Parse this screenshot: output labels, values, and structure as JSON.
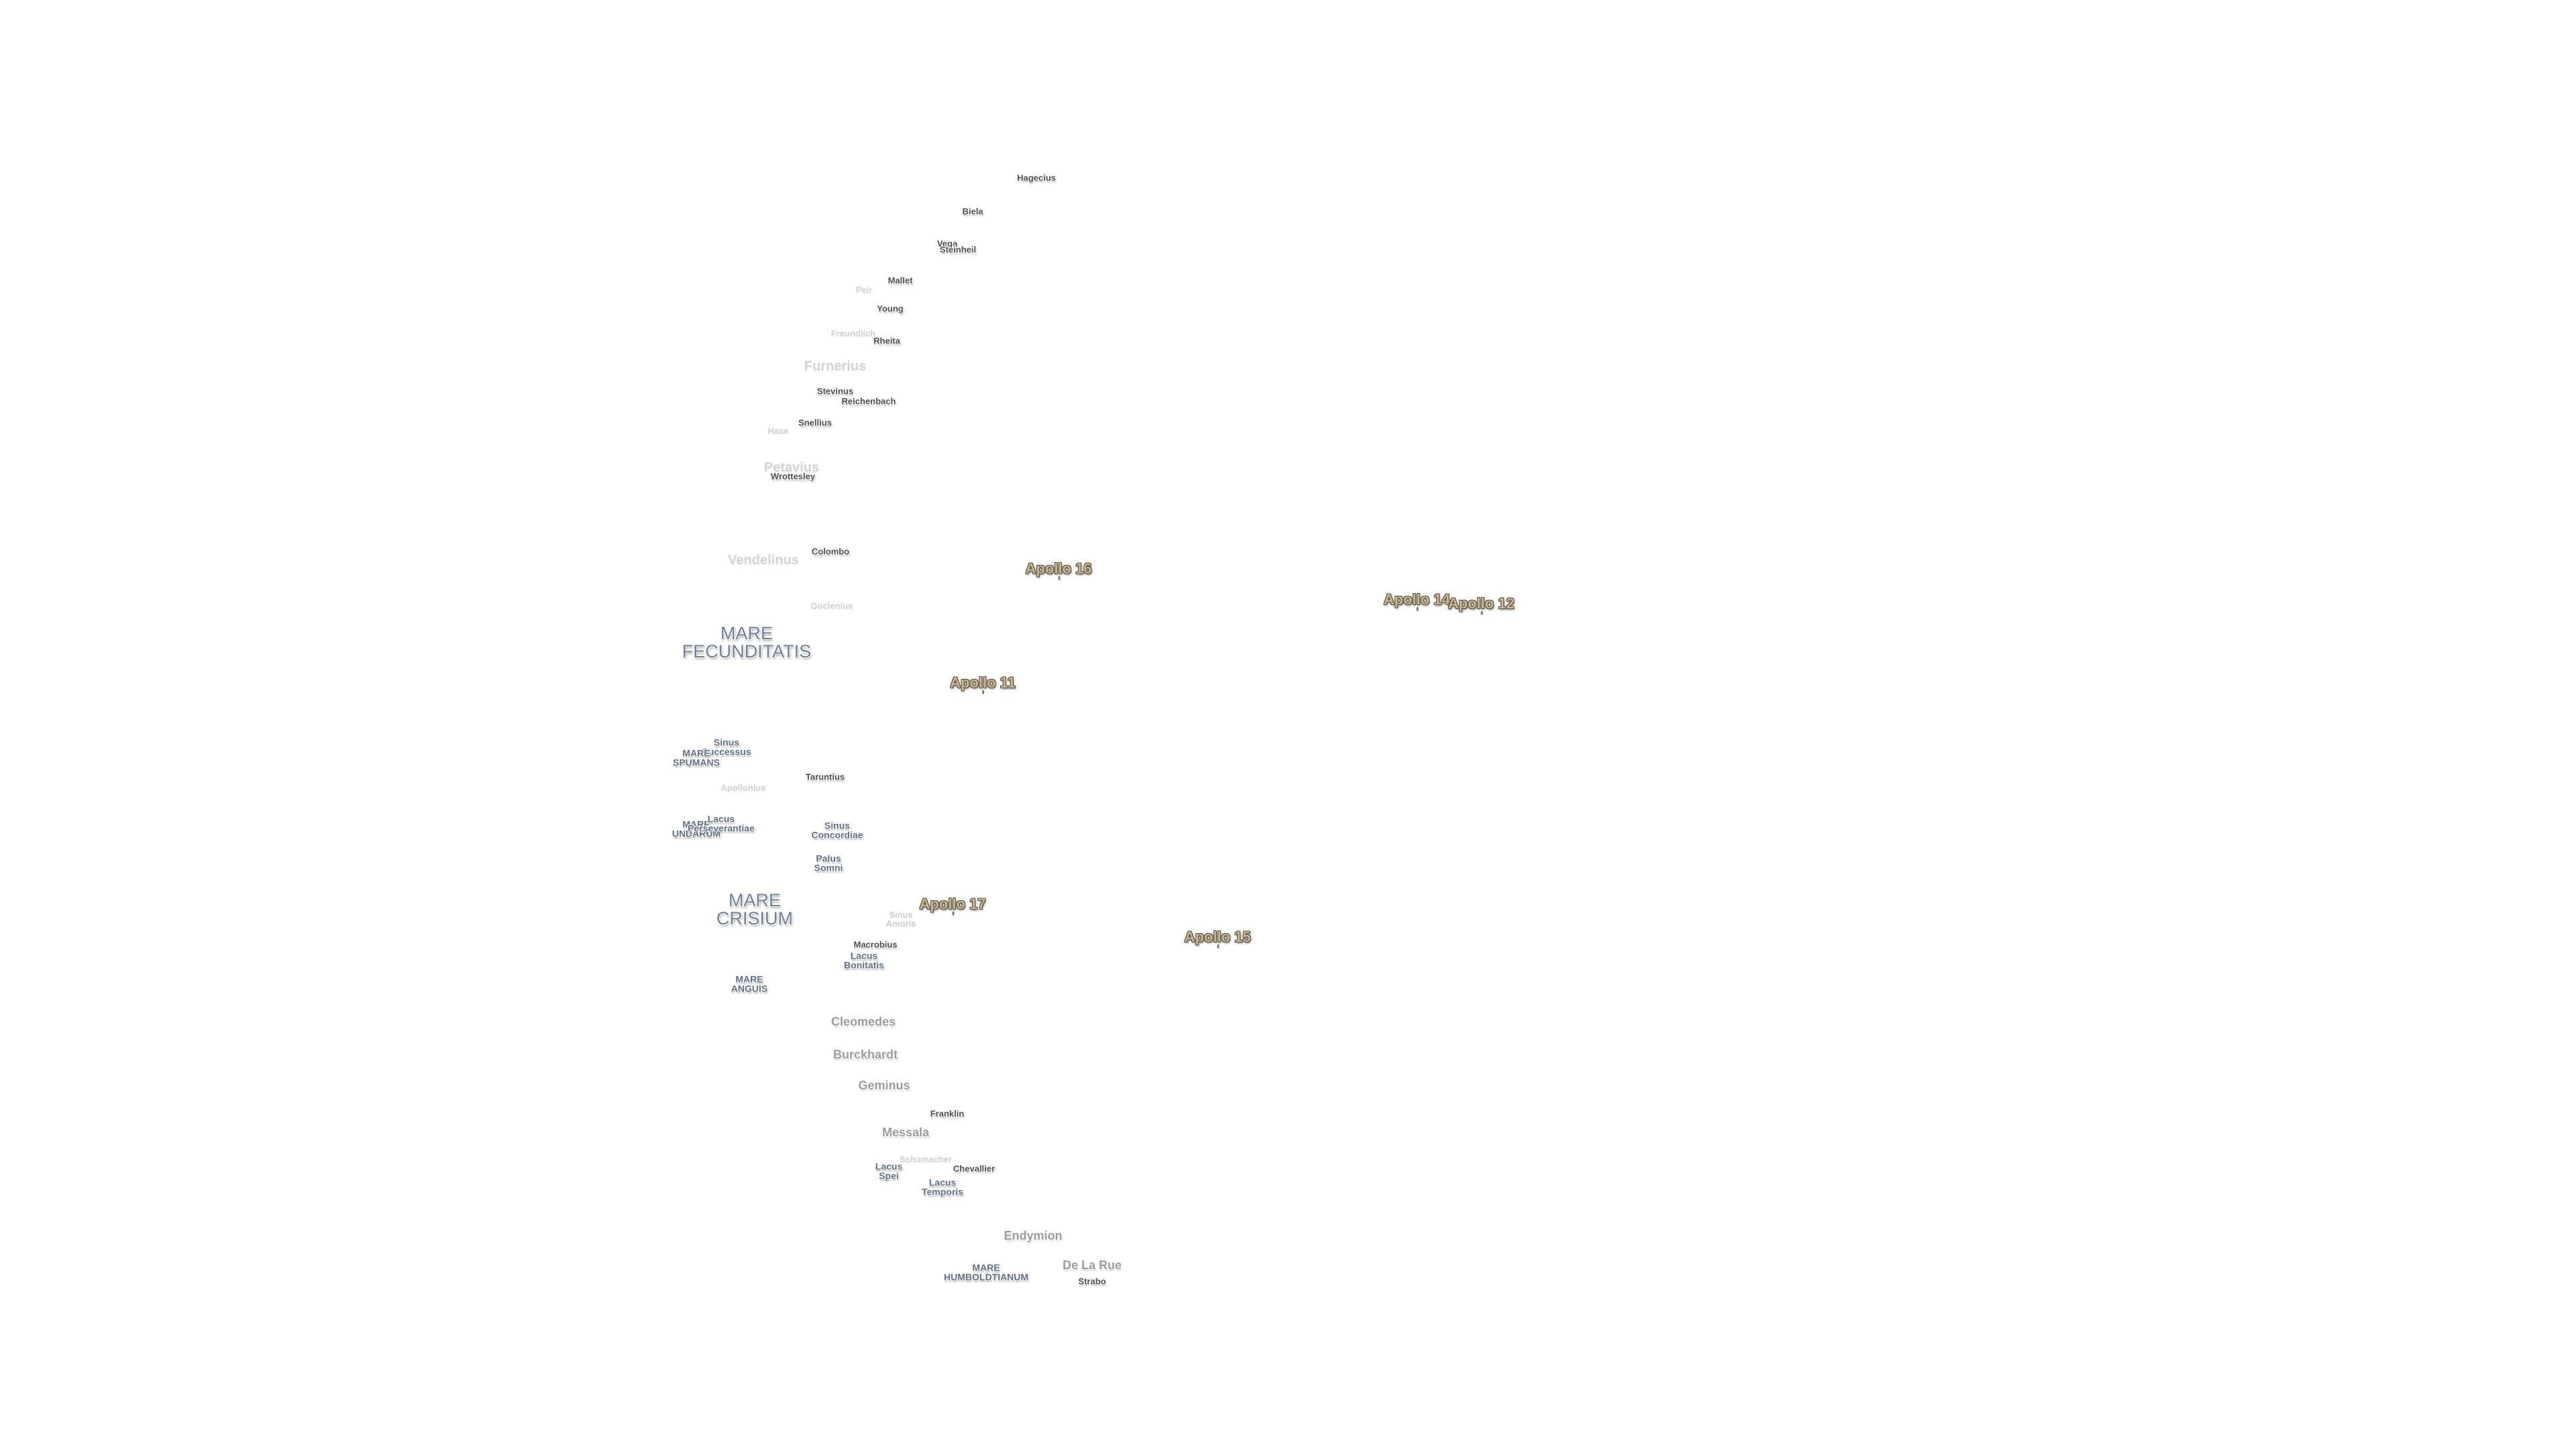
{
  "map": {
    "labels": [
      {
        "id": "hagecius",
        "kind": "crater",
        "lines": [
          "Hagecius"
        ]
      },
      {
        "id": "biela",
        "kind": "crater",
        "lines": [
          "Biela"
        ]
      },
      {
        "id": "vega",
        "kind": "crater",
        "lines": [
          "Vega"
        ]
      },
      {
        "id": "steinheil",
        "kind": "crater",
        "lines": [
          "Steinheil"
        ]
      },
      {
        "id": "mallet",
        "kind": "crater",
        "lines": [
          "Mallet"
        ]
      },
      {
        "id": "peirescius",
        "kind": "crater-faint",
        "lines": [
          "Peir"
        ]
      },
      {
        "id": "young",
        "kind": "crater",
        "lines": [
          "Young"
        ]
      },
      {
        "id": "freundlich",
        "kind": "crater-faint",
        "lines": [
          "Freundlich"
        ]
      },
      {
        "id": "rheita",
        "kind": "crater",
        "lines": [
          "Rheita"
        ]
      },
      {
        "id": "furnerius",
        "kind": "crater-big-faint",
        "lines": [
          "Furnerius"
        ]
      },
      {
        "id": "stevinus",
        "kind": "crater",
        "lines": [
          "Stevinus"
        ]
      },
      {
        "id": "reichenbach",
        "kind": "crater",
        "lines": [
          "Reichenbach"
        ]
      },
      {
        "id": "snellius",
        "kind": "crater",
        "lines": [
          "Snellius"
        ]
      },
      {
        "id": "hase",
        "kind": "crater-faint",
        "lines": [
          "Hase"
        ]
      },
      {
        "id": "petavius",
        "kind": "crater-big-faint",
        "lines": [
          "Petavius"
        ]
      },
      {
        "id": "wrottesley",
        "kind": "crater",
        "lines": [
          "Wrottesley"
        ]
      },
      {
        "id": "colombo",
        "kind": "crater",
        "lines": [
          "Colombo"
        ]
      },
      {
        "id": "vendelinus",
        "kind": "crater-big-faint",
        "lines": [
          "Vendelinus"
        ]
      },
      {
        "id": "apollo-16",
        "kind": "apollo",
        "lines": [
          "Apollo 16"
        ]
      },
      {
        "id": "apollo-14",
        "kind": "apollo",
        "lines": [
          "Apollo 14"
        ]
      },
      {
        "id": "apollo-12",
        "kind": "apollo",
        "lines": [
          "Apollo 12"
        ]
      },
      {
        "id": "goclenius",
        "kind": "crater-faint",
        "lines": [
          "Goclenius"
        ]
      },
      {
        "id": "mare-fecunditatis",
        "kind": "sea-big",
        "lines": [
          "MARE",
          "FECUNDITATIS"
        ]
      },
      {
        "id": "apollo-11",
        "kind": "apollo",
        "lines": [
          "Apollo 11"
        ]
      },
      {
        "id": "sinus-successus",
        "kind": "sea",
        "lines": [
          "Sinus",
          "Successus"
        ]
      },
      {
        "id": "mare-spumans",
        "kind": "sea",
        "lines": [
          "MARE",
          "SPUMANS"
        ]
      },
      {
        "id": "taruntius",
        "kind": "crater",
        "lines": [
          "Taruntius"
        ]
      },
      {
        "id": "apollonius",
        "kind": "crater-faint",
        "lines": [
          "Apollonius"
        ]
      },
      {
        "id": "mare-undarum",
        "kind": "sea",
        "lines": [
          "MARE",
          "UNDARUM"
        ]
      },
      {
        "id": "lacus-perseverantiae",
        "kind": "sea",
        "lines": [
          "Lacus",
          "Perseverantiae"
        ]
      },
      {
        "id": "sinus-concordiae",
        "kind": "sea",
        "lines": [
          "Sinus",
          "Concordiae"
        ]
      },
      {
        "id": "palus-somni",
        "kind": "sea",
        "lines": [
          "Palus",
          "Somni"
        ]
      },
      {
        "id": "mare-crisium",
        "kind": "sea-big",
        "lines": [
          "MARE",
          "CRISIUM"
        ]
      },
      {
        "id": "apollo-17",
        "kind": "apollo",
        "lines": [
          "Apollo 17"
        ]
      },
      {
        "id": "sinus-amoris",
        "kind": "sea-faint",
        "lines": [
          "Sinus",
          "Amoris"
        ]
      },
      {
        "id": "apollo-15",
        "kind": "apollo",
        "lines": [
          "Apollo 15"
        ]
      },
      {
        "id": "macrobius",
        "kind": "crater",
        "lines": [
          "Macrobius"
        ]
      },
      {
        "id": "lacus-bonitatis",
        "kind": "sea",
        "lines": [
          "Lacus",
          "Bonitatis"
        ]
      },
      {
        "id": "mare-anguis",
        "kind": "sea",
        "lines": [
          "MARE",
          "ANGUIS"
        ]
      },
      {
        "id": "cleomedes",
        "kind": "crater-big",
        "lines": [
          "Cleomedes"
        ]
      },
      {
        "id": "burckhardt",
        "kind": "crater-big",
        "lines": [
          "Burckhardt"
        ]
      },
      {
        "id": "geminus",
        "kind": "crater-big",
        "lines": [
          "Geminus"
        ]
      },
      {
        "id": "franklin",
        "kind": "crater",
        "lines": [
          "Franklin"
        ]
      },
      {
        "id": "messala",
        "kind": "crater-big",
        "lines": [
          "Messala"
        ]
      },
      {
        "id": "schumacher",
        "kind": "crater-faint",
        "lines": [
          "Schumacher"
        ]
      },
      {
        "id": "lacus-spei",
        "kind": "sea",
        "lines": [
          "Lacus",
          "Spei"
        ]
      },
      {
        "id": "chevallier",
        "kind": "crater",
        "lines": [
          "Chevallier"
        ]
      },
      {
        "id": "lacus-temporis",
        "kind": "sea",
        "lines": [
          "Lacus",
          "Temporis"
        ]
      },
      {
        "id": "endymion",
        "kind": "crater-big",
        "lines": [
          "Endymion"
        ]
      },
      {
        "id": "mare-humboldtianum",
        "kind": "sea",
        "lines": [
          "MARE",
          "HUMBOLDTIANUM"
        ]
      },
      {
        "id": "de-la-rue",
        "kind": "crater-big",
        "lines": [
          "De La Rue"
        ]
      },
      {
        "id": "strabo",
        "kind": "crater",
        "lines": [
          "Strabo"
        ]
      }
    ]
  }
}
